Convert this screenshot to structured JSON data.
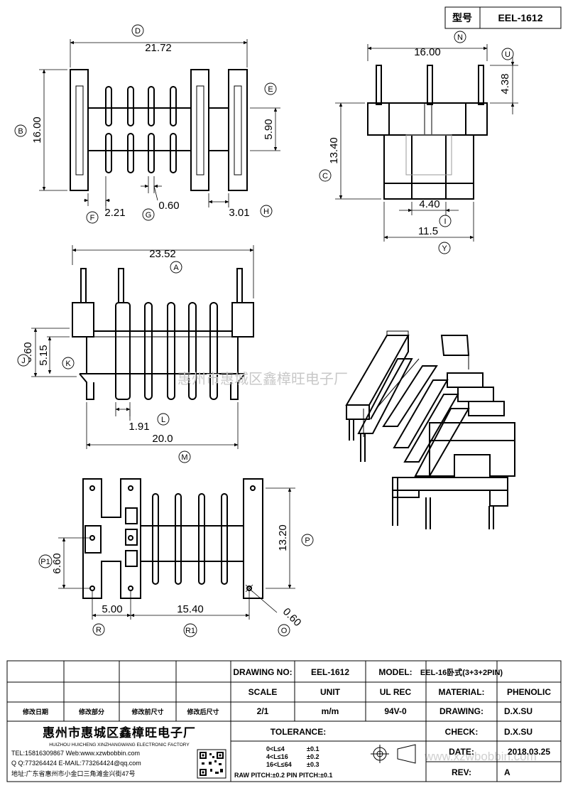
{
  "header": {
    "type_label": "型号",
    "type_value": "EEL-1612"
  },
  "dimensions": {
    "D": "21.72",
    "B": "16.00",
    "E": "5.90",
    "F": "2.21",
    "G": "0.60",
    "H": "3.01",
    "N": "16.00",
    "U": "4.38",
    "C": "13.40",
    "I": "4.40",
    "Y": "11.5",
    "A": "23.52",
    "J": "6.60",
    "K": "5.15",
    "L": "1.91",
    "M": "20.0",
    "P": "13.20",
    "P1": "6.60",
    "R": "5.00",
    "R1": "15.40",
    "O": "0.60"
  },
  "callouts": {
    "D": "D",
    "B": "B",
    "E": "E",
    "F": "F",
    "G": "G",
    "H": "H",
    "N": "N",
    "U": "U",
    "C": "C",
    "I": "I",
    "Y": "Y",
    "A": "A",
    "J": "J",
    "K": "K",
    "L": "L",
    "M": "M",
    "P": "P",
    "P1": "P1",
    "R": "R",
    "R1": "R1",
    "O": "O"
  },
  "watermark": {
    "center": "惠州市惠城区鑫樟旺电子厂",
    "bottom": "www.xzwbobbin.com"
  },
  "title_block": {
    "drawing_no_label": "DRAWING NO:",
    "drawing_no": "EEL-1612",
    "model_label": "MODEL:",
    "model": "EEL-16卧式(3+3+2PIN)",
    "scale_label": "SCALE",
    "unit_label": "UNIT",
    "ul_rec_label": "UL REC",
    "material_label": "MATERIAL:",
    "material": "PHENOLIC",
    "scale": "2/1",
    "unit": "m/m",
    "ul_rec": "94V-0",
    "drawing_by_label": "DRAWING:",
    "drawing_by": "D.X.SU",
    "check_label": "CHECK:",
    "check": "D.X.SU",
    "date_label": "DATE:",
    "date": "2018.03.25",
    "rev_label": "REV:",
    "rev": "A",
    "revision_headers": [
      "修改日期",
      "修改部分",
      "修改前尺寸",
      "修改后尺寸"
    ],
    "tolerance_label": "TOLERANCE:",
    "tolerances": [
      {
        "range": "0<L≤4",
        "value": "±0.1"
      },
      {
        "range": "4<L≤16",
        "value": "±0.2"
      },
      {
        "range": "16<L≤64",
        "value": "±0.3"
      }
    ],
    "pitch_note": "RAW PITCH:±0.2 PIN PITCH:±0.1",
    "company_name": "惠州市惠城区鑫樟旺电子厂",
    "company_en": "HUIZHOU HUICHENG XINZHANGWANG ELECTRONIC FACTORY",
    "tel": "TEL:15816309867 Web:www.xzwbobbin.com",
    "qq": "Q Q:773264424 E-MAIL:773264424@qq.com",
    "address": "地址:广东省惠州市小金口三角滩金兴街47号"
  }
}
